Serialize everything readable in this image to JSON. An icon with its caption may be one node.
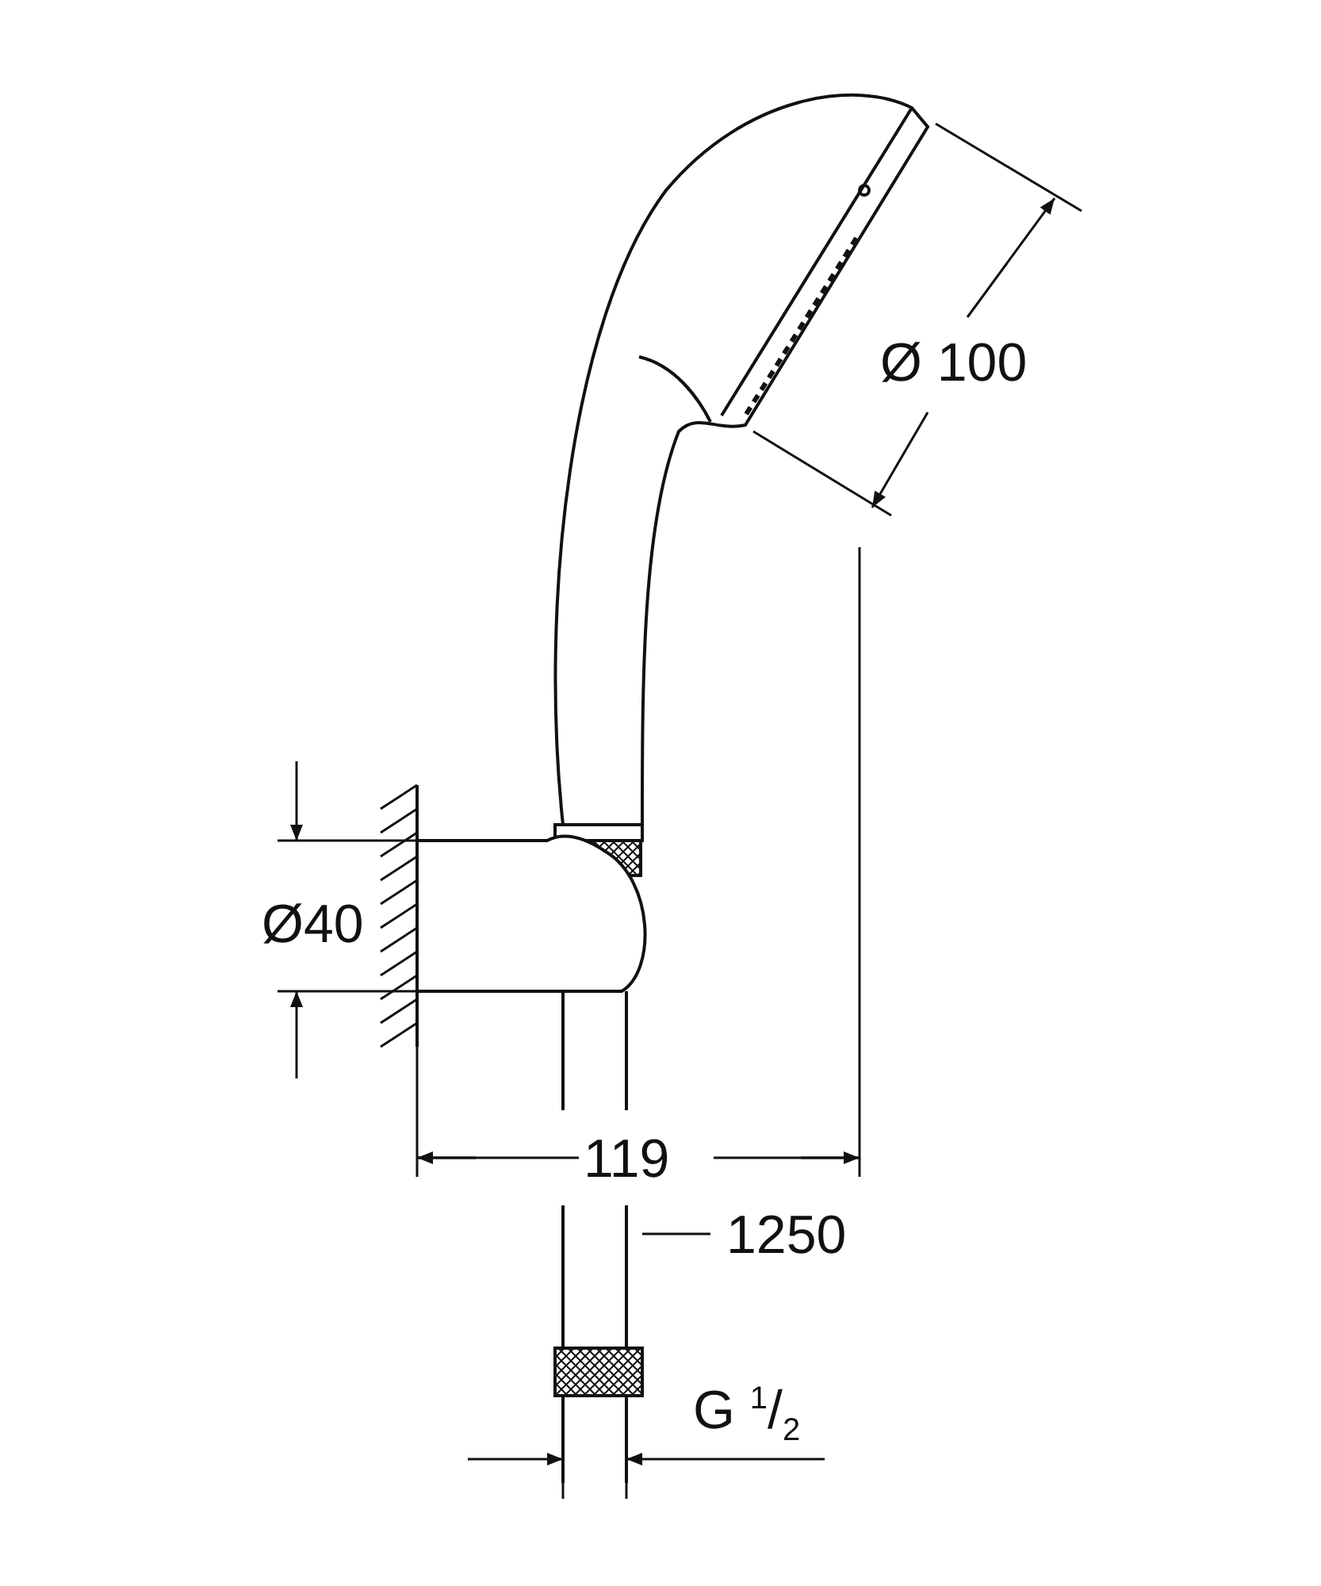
{
  "diagram": {
    "nodes": [
      {
        "text": [
          "1250"
        ]
      },
      {
        "text": [],
        "shape": "picture"
      }
    ],
    "edges": [
      {
        "from": 0,
        "to": 1,
        "arrow": "none"
      }
    ],
    "labels": [
      "Ø 100",
      "Ø40",
      "119",
      "G $^{1}$/$_{2}$"
    ]
  }
}
